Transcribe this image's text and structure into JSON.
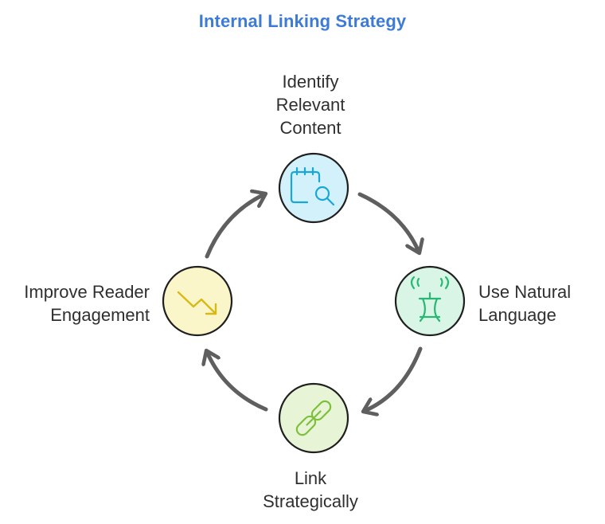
{
  "title": "Internal Linking Strategy",
  "steps": [
    {
      "lines": [
        "Identify",
        "Relevant",
        "Content"
      ],
      "icon": "calendar-search-icon",
      "fill": "#d3f1fb",
      "icon_color": "#19a7d6"
    },
    {
      "lines": [
        "Use Natural",
        "Language"
      ],
      "icon": "translate-icon",
      "fill": "#d8f5e6",
      "icon_color": "#27b873"
    },
    {
      "lines": [
        "Link",
        "Strategically"
      ],
      "icon": "link-icon",
      "fill": "#e7f5d6",
      "icon_color": "#7ec03c"
    },
    {
      "lines": [
        "Improve Reader",
        "Engagement"
      ],
      "icon": "trending-down-icon",
      "fill": "#fbf6c9",
      "icon_color": "#d8b916"
    }
  ],
  "colors": {
    "title": "#3e7bd6",
    "node_border": "#1f1f1f",
    "arrow": "#5f5f5f",
    "text": "#2f2f2f"
  }
}
